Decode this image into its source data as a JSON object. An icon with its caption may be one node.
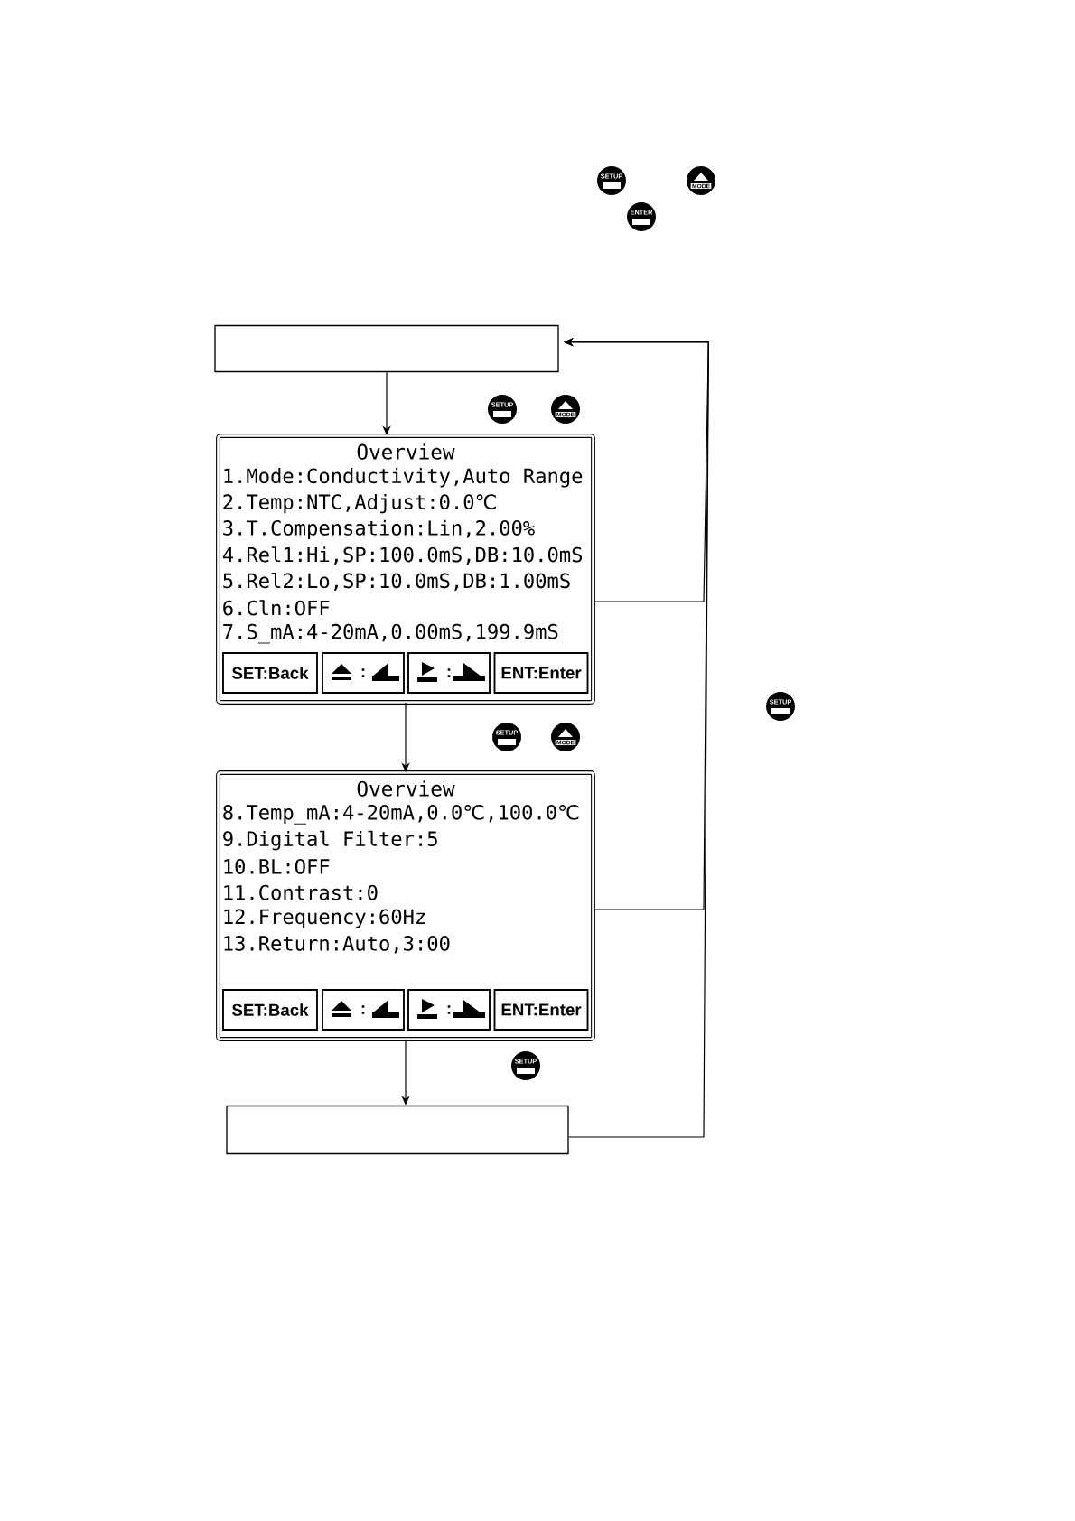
{
  "diagram": {
    "nodes": [
      {
        "text": [],
        "shape": "box"
      },
      {
        "text": [
          "Overview",
          "1.Mode:Conductivity,Auto Range",
          "2.Temp:NTC,Adjust:0.0℃",
          "3.T.Compensation:Lin,2.00%",
          "4.Rel1:Hi,SP:100.0mS,DB:10.0mS",
          "5.Rel2:Lo,SP:10.0mS,DB:1.00mS",
          "6.Cln:OFF",
          "7.S_mA:4-20mA,0.00mS,199.9mS"
        ]
      },
      {
        "text": [
          "SET:Back"
        ],
        "in": 1
      },
      {
        "text": [
          ":"
        ],
        "in": 1
      },
      {
        "text": [
          ":"
        ],
        "in": 1
      },
      {
        "text": [
          "ENT:Enter"
        ],
        "in": 1
      },
      {
        "text": [
          "Overview",
          "8.Temp_mA:4-20mA,0.0℃,100.0℃",
          "9.Digital Filter:5",
          "10.BL:OFF",
          "11.Contrast:0",
          "12.Frequency:60Hz",
          "13.Return:Auto,3:00"
        ]
      },
      {
        "text": [
          "SET:Back"
        ],
        "in": 6
      },
      {
        "text": [
          ":"
        ],
        "in": 6
      },
      {
        "text": [
          ":"
        ],
        "in": 6
      },
      {
        "text": [
          "ENT:Enter"
        ],
        "in": 6
      },
      {
        "text": [],
        "shape": "box"
      }
    ],
    "edges": [
      {
        "from": 0,
        "to": 1,
        "arrow": "to"
      },
      {
        "from": 1,
        "to": 6,
        "arrow": "to"
      },
      {
        "from": 6,
        "to": 11,
        "arrow": "to"
      },
      {
        "from": 1,
        "to": 0,
        "arrow": "to"
      },
      {
        "from": 6,
        "to": 0,
        "arrow": "to"
      },
      {
        "from": 11,
        "to": 0,
        "arrow": "to"
      }
    ],
    "labels": [
      "SETUP",
      "MODE",
      "ENTER",
      "SETUP",
      "MODE",
      "SETUP",
      "SETUP",
      "MODE",
      "SETUP"
    ]
  }
}
